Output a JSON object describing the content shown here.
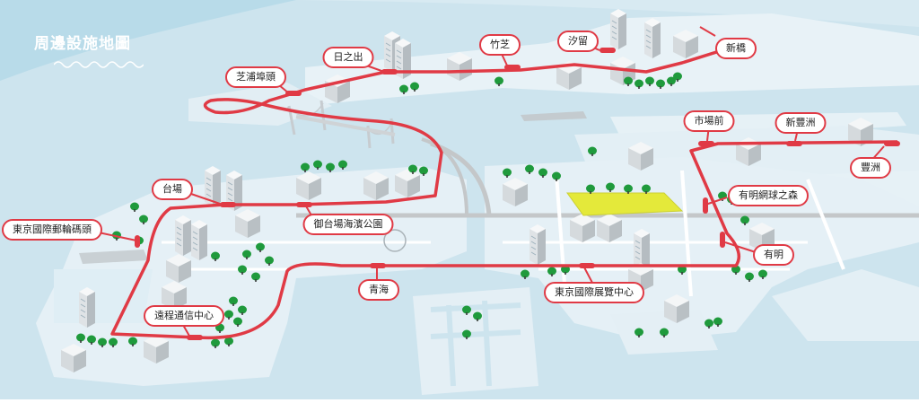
{
  "map": {
    "title": "周邊設施地圖",
    "colors": {
      "rail": "#e03a45",
      "water": "#cfe6f0",
      "land": "#e6f2f7",
      "road": "#bfc2c4",
      "tree": "#1f9a3c",
      "bay": "#a9d7e8"
    },
    "stations": [
      {
        "id": "shiodome",
        "label": "汐留"
      },
      {
        "id": "shimbashi",
        "label": "新橋"
      },
      {
        "id": "takeshiba",
        "label": "竹芝"
      },
      {
        "id": "hinode",
        "label": "日之出"
      },
      {
        "id": "shibaura-futo",
        "label": "芝浦埠頭"
      },
      {
        "id": "daiba",
        "label": "台場"
      },
      {
        "id": "tokyo-kokusai-cruise-terminal",
        "label": "東京國際郵輪碼頭"
      },
      {
        "id": "odaiba-kaihinkoen",
        "label": "御台場海濱公園"
      },
      {
        "id": "telecom-center",
        "label": "遠程通信中心"
      },
      {
        "id": "aomi",
        "label": "青海"
      },
      {
        "id": "tokyo-big-sight",
        "label": "東京國際展覽中心"
      },
      {
        "id": "ariake",
        "label": "有明"
      },
      {
        "id": "ariake-tennis-no-mori",
        "label": "有明網球之森"
      },
      {
        "id": "shijo-mae",
        "label": "市場前"
      },
      {
        "id": "shin-toyosu",
        "label": "新豐洲"
      },
      {
        "id": "toyosu",
        "label": "豐洲"
      }
    ]
  }
}
